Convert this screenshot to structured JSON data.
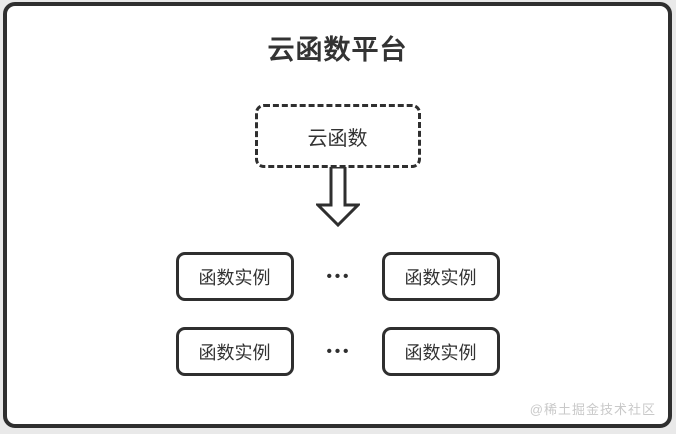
{
  "diagram": {
    "title": "云函数平台",
    "source_box": {
      "label": "云函数"
    },
    "arrow": {
      "direction": "down"
    },
    "instances": {
      "rows": [
        {
          "left": "函数实例",
          "right": "函数实例"
        },
        {
          "left": "函数实例",
          "right": "函数实例"
        }
      ],
      "ellipsis": "•••"
    },
    "watermark": "@稀土掘金技术社区",
    "colors": {
      "border": "#2f2f2f",
      "text": "#333333",
      "watermark": "#c9c9c9",
      "background_outer": "#e9e9e9",
      "background_inner": "#ffffff"
    }
  }
}
